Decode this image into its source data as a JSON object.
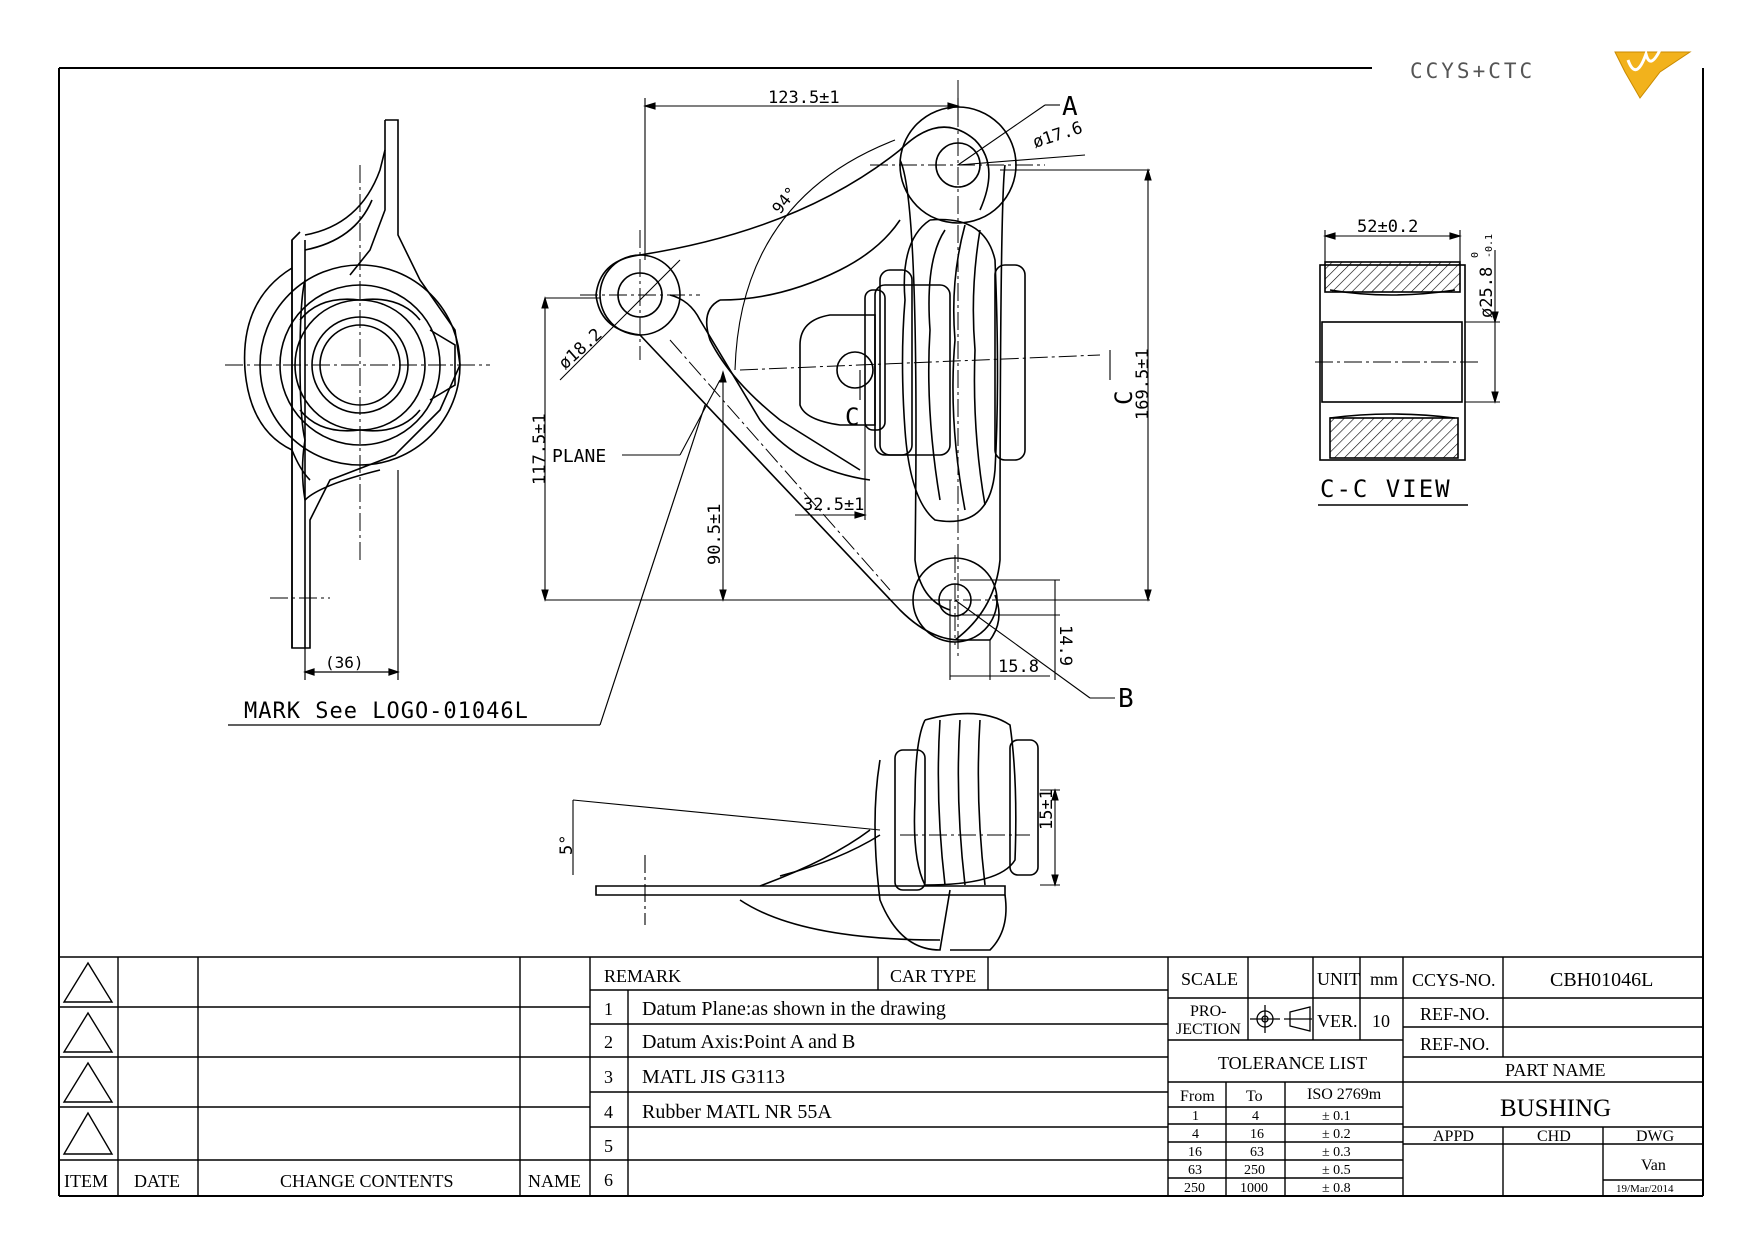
{
  "logo": {
    "text": "CCYS+CTC"
  },
  "dims": {
    "d1": "123.5±1",
    "d2": "ø17.6",
    "d3": "94°",
    "d4": "ø18.2",
    "d5": "117.5±1",
    "d6": "PLANE",
    "d7": "169.5±1",
    "d8": "32.5±1",
    "d9": "90.5±1",
    "d10": "15.8",
    "d11": "14.9",
    "d12": "(36)",
    "d13": "52±0.2",
    "d14": "ø25.8",
    "d15": "5°",
    "d16": "15±1",
    "label_a": "A",
    "label_b": "B",
    "label_c1": "C",
    "label_c2": "C"
  },
  "tol_d14": {
    "upper": "0",
    "lower": "-0.1"
  },
  "mark_note": "MARK See LOGO-01046L",
  "section_view": "C-C VIEW",
  "title_block": {
    "revision_headers": [
      "ITEM",
      "DATE",
      "CHANGE CONTENTS",
      "NAME"
    ],
    "remark_label": "REMARK",
    "car_type_label": "CAR TYPE",
    "remarks": [
      {
        "num": "1",
        "text": "Datum Plane:as shown in the drawing"
      },
      {
        "num": "2",
        "text": "Datum Axis:Point A and B"
      },
      {
        "num": "3",
        "text": "MATL JIS G3113"
      },
      {
        "num": "4",
        "text": "Rubber MATL NR 55A"
      },
      {
        "num": "5",
        "text": ""
      },
      {
        "num": "6",
        "text": ""
      }
    ],
    "scale_label": "SCALE",
    "unit_label": "UNIT",
    "unit_value": "mm",
    "projection_label_1": "PRO-",
    "projection_label_2": "JECTION",
    "ver_label": "VER.",
    "ver_value": "10",
    "tolerance_title": "TOLERANCE LIST",
    "tolerance_headers": [
      "From",
      "To",
      "ISO 2769m"
    ],
    "tolerance_rows": [
      [
        "1",
        "4",
        "± 0.1"
      ],
      [
        "4",
        "16",
        "± 0.2"
      ],
      [
        "16",
        "63",
        "± 0.3"
      ],
      [
        "63",
        "250",
        "± 0.5"
      ],
      [
        "250",
        "1000",
        "± 0.8"
      ]
    ],
    "ccys_no_label": "CCYS-NO.",
    "ccys_no_value": "CBH01046L",
    "ref_no_label": "REF-NO.",
    "part_name_label": "PART NAME",
    "part_name_value": "BUSHING",
    "appd_label": "APPD",
    "chd_label": "CHD",
    "dwg_label": "DWG",
    "dwg_name": "Van",
    "dwg_date": "19/Mar/2014"
  }
}
